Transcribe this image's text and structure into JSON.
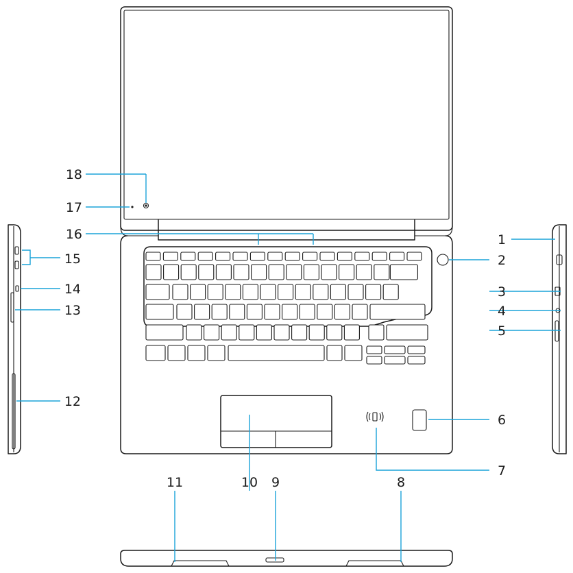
{
  "callouts": [
    {
      "id": "c1",
      "label": "1"
    },
    {
      "id": "c2",
      "label": "2"
    },
    {
      "id": "c3",
      "label": "3"
    },
    {
      "id": "c4",
      "label": "4"
    },
    {
      "id": "c5",
      "label": "5"
    },
    {
      "id": "c6",
      "label": "6"
    },
    {
      "id": "c7",
      "label": "7"
    },
    {
      "id": "c8",
      "label": "8"
    },
    {
      "id": "c9",
      "label": "9"
    },
    {
      "id": "c10",
      "label": "10"
    },
    {
      "id": "c11",
      "label": "11"
    },
    {
      "id": "c12",
      "label": "12"
    },
    {
      "id": "c13",
      "label": "13"
    },
    {
      "id": "c14",
      "label": "14"
    },
    {
      "id": "c15",
      "label": "15"
    },
    {
      "id": "c16",
      "label": "16"
    },
    {
      "id": "c17",
      "label": "17"
    },
    {
      "id": "c18",
      "label": "18"
    }
  ],
  "colors": {
    "callout_line": "#1aa3d9",
    "outline": "#1a1a1a"
  }
}
